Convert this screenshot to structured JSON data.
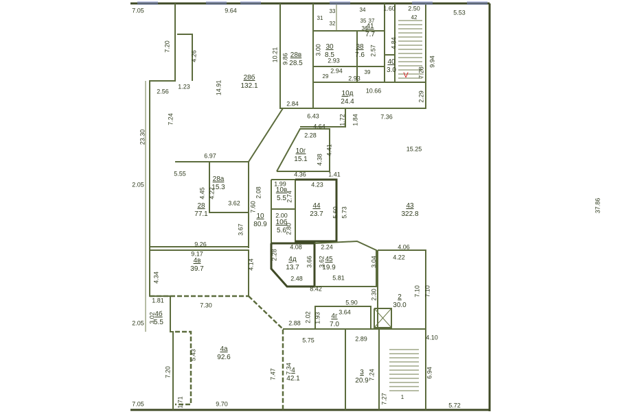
{
  "plan": {
    "rooms": [
      {
        "number": "28б",
        "area": "132.1"
      },
      {
        "number": "28в",
        "area": "28.5"
      },
      {
        "number": "30",
        "area": "8.5"
      },
      {
        "number": "38",
        "area": "7.6"
      },
      {
        "number": "41",
        "area": "7.7"
      },
      {
        "number": "40",
        "area": "3.0"
      },
      {
        "number": "10д",
        "area": "24.4"
      },
      {
        "number": "10г",
        "area": "15.1"
      },
      {
        "number": "28а",
        "area": "15.3"
      },
      {
        "number": "28",
        "area": "77.1"
      },
      {
        "number": "10в",
        "area": "5.5"
      },
      {
        "number": "10",
        "area": "80.9"
      },
      {
        "number": "10б",
        "area": "5.6"
      },
      {
        "number": "44",
        "area": "23.7"
      },
      {
        "number": "43",
        "area": "322.8"
      },
      {
        "number": "4д",
        "area": "13.7"
      },
      {
        "number": "45",
        "area": "19.9"
      },
      {
        "number": "4в",
        "area": "39.7"
      },
      {
        "number": "2",
        "area": "30.0"
      },
      {
        "number": "4б",
        "area": "5.5"
      },
      {
        "number": "4г",
        "area": "7.0"
      },
      {
        "number": "4а",
        "area": "92.6"
      },
      {
        "number": "4",
        "area": "42.1"
      },
      {
        "number": "3",
        "area": "20.9"
      }
    ],
    "small_labels": [
      "31",
      "33",
      "32",
      "34",
      "35",
      "37",
      "36",
      "29",
      "39",
      "42",
      "1",
      "V"
    ],
    "dimensions": [
      "7.05",
      "9.64",
      "1.60",
      "2.50",
      "5.53",
      "1.23",
      "2.56",
      "2.94",
      "2.93",
      "2.93",
      "10.66",
      "2.84",
      "6.43",
      "7.36",
      "4.64",
      "2.28",
      "15.25",
      "6.97",
      "5.55",
      "4.36",
      "4.23",
      "1.41",
      "1.99",
      "3.62",
      "2.00",
      "9.26",
      "9.17",
      "4.08",
      "2.24",
      "4.06",
      "4.22",
      "2.48",
      "5.81",
      "8.42",
      "1.81",
      "7.30",
      "5.90",
      "3.64",
      "2.88",
      "5.75",
      "2.89",
      "4.10",
      "7.05",
      "9.70",
      "5.72",
      "2.05",
      "7.20",
      "4.26",
      "14.91",
      "10.21",
      "9.86",
      "3.00",
      "2.57",
      "4.84",
      "7.28",
      "9.94",
      "2.29",
      "1.72",
      "1.84",
      "7.24",
      "23.30",
      "4.41",
      "4.38",
      "4.45",
      "4.22",
      "2.08",
      "2.74",
      "7.60",
      "5.60",
      "5.73",
      "2.80",
      "3.67",
      "37.86",
      "2.05",
      "2.28",
      "3.66",
      "3.62",
      "3.04",
      "4.34",
      "4.14",
      "7.10",
      "2.30",
      "3.02",
      "2.02",
      "1.93",
      "5.43",
      "7.47",
      "7.34",
      "7.24",
      "6.94",
      "7.20",
      "7.27",
      "1.71",
      "7.10"
    ],
    "colors": {
      "wall": "#5b6b3c",
      "text": "#2e3a1c",
      "marker": "#d42020",
      "window": "#7a86c8"
    }
  }
}
